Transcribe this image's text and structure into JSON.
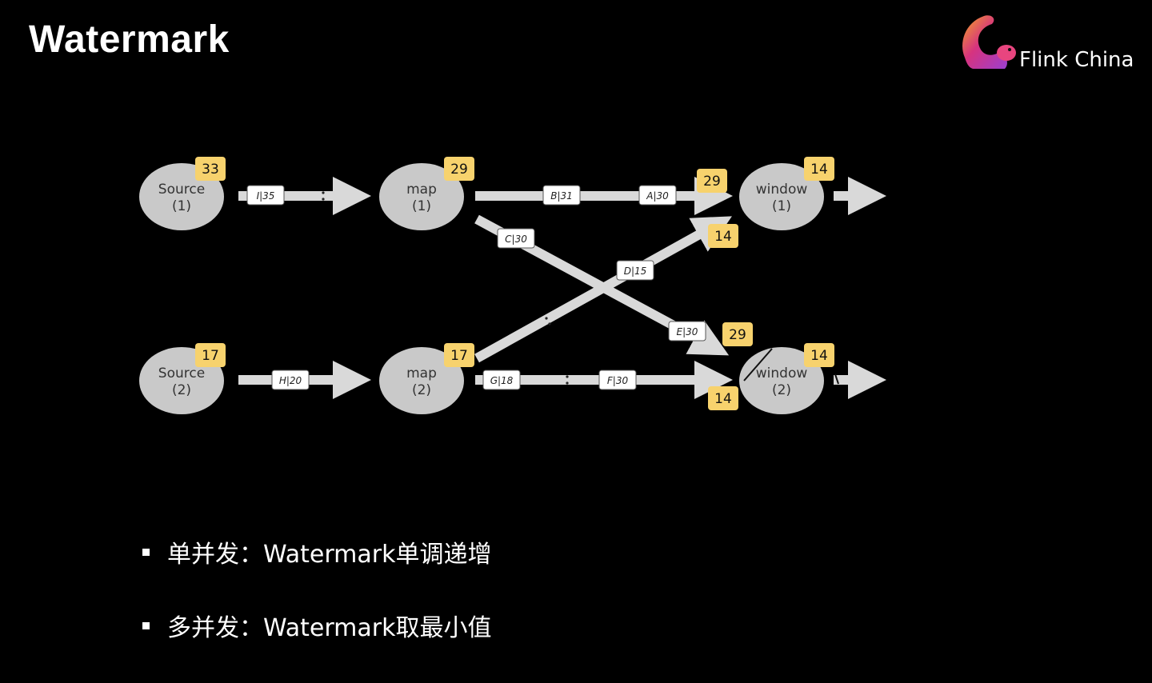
{
  "title": "Watermark",
  "logo": {
    "text": "Flink China"
  },
  "nodes": {
    "source1": {
      "line1": "Source",
      "line2": "(1)",
      "watermark": "33"
    },
    "source2": {
      "line1": "Source",
      "line2": "(2)",
      "watermark": "17"
    },
    "map1": {
      "line1": "map",
      "line2": "(1)",
      "watermark": "29"
    },
    "map2": {
      "line1": "map",
      "line2": "(2)",
      "watermark": "17"
    },
    "window1": {
      "line1": "window",
      "line2": "(1)",
      "watermark": "14"
    },
    "window2": {
      "line1": "window",
      "line2": "(2)",
      "watermark": "14"
    }
  },
  "events": {
    "i": "I|35",
    "b": "B|31",
    "a": "A|30",
    "c": "C|30",
    "d": "D|15",
    "e": "E|30",
    "h": "H|20",
    "g": "G|18",
    "f": "F|30"
  },
  "channel_watermarks": {
    "map1_to_window1": "29",
    "map2_to_window1": "14",
    "map1_to_window2": "29",
    "map2_to_window2": "14"
  },
  "bullets": [
    "单并发：Watermark单调递增",
    "多并发：Watermark取最小值"
  ],
  "colors": {
    "badge": "#f7d26d",
    "node": "#c9c9c9",
    "arrow": "#d9d9d9"
  }
}
